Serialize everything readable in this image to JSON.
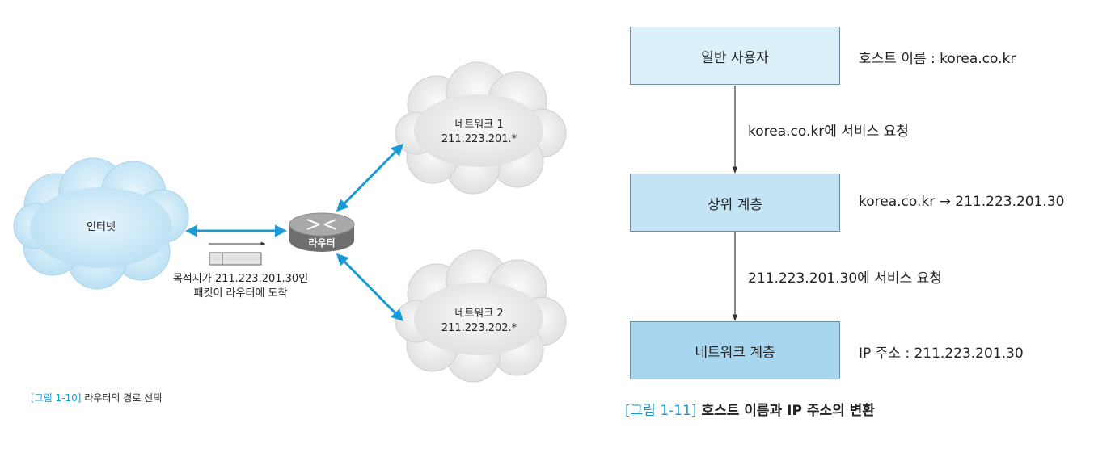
{
  "fig10": {
    "internet_label": "인터넷",
    "router_label": "라우터",
    "network1": {
      "name": "네트워크 1",
      "address": "211.223.201.*"
    },
    "network2": {
      "name": "네트워크 2",
      "address": "211.223.202.*"
    },
    "packet_note_line1": "목적지가 211.223.201.30인",
    "packet_note_line2": "패킷이 라우터에 도착",
    "caption_num": "[그림 1-10]",
    "caption_text": " 라우터의 경로 선택"
  },
  "fig11": {
    "boxes": [
      {
        "label": "일반 사용자",
        "side": "호스트 이름 : korea.co.kr",
        "fill": "#dcf0fa"
      },
      {
        "label": "상위 계층",
        "side": "korea.co.kr → 211.223.201.30",
        "fill": "#c4e4f5"
      },
      {
        "label": "네트워크 계층",
        "side": "IP 주소 : 211.223.201.30",
        "fill": "#a9d6ef"
      }
    ],
    "edge1": "korea.co.kr에 서비스 요청",
    "edge2": "211.223.201.30에 서비스 요청",
    "caption_num": "[그림 1-11]",
    "caption_text": " 호스트 이름과 IP 주소의 변환"
  },
  "colors": {
    "accent": "#1a9bd7",
    "cloud": "#cfe9f7",
    "cloud_gray": "#ececec"
  }
}
